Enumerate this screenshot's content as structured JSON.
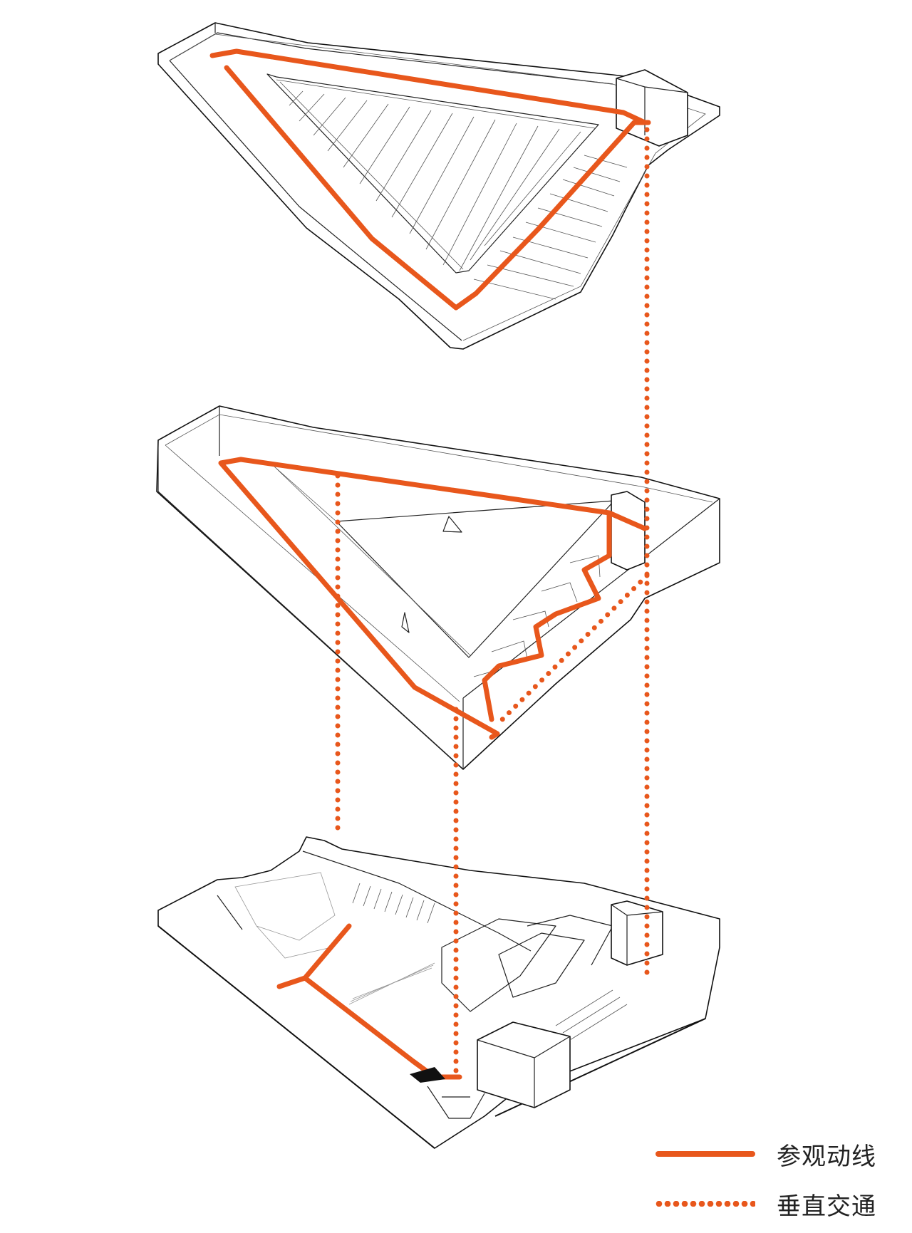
{
  "diagram": {
    "type": "exploded-axonometric-circulation",
    "colors": {
      "route": "#E8571C",
      "vertical": "#E8571C",
      "linework": "#222222",
      "background": "#FFFFFF"
    },
    "levels": [
      {
        "id": "upper",
        "description": "Upper level with triangular skylight roof and stepped terraces"
      },
      {
        "id": "middle",
        "description": "Middle level with triangular void, zigzag ramp and stair core"
      },
      {
        "id": "ground",
        "description": "Ground level with sunken plaza, stairs and Y-shaped entry path"
      }
    ]
  },
  "legend": {
    "items": [
      {
        "label": "参观动线",
        "style": "solid",
        "meaning": "visitor route"
      },
      {
        "label": "垂直交通",
        "style": "dotted",
        "meaning": "vertical circulation"
      }
    ]
  }
}
